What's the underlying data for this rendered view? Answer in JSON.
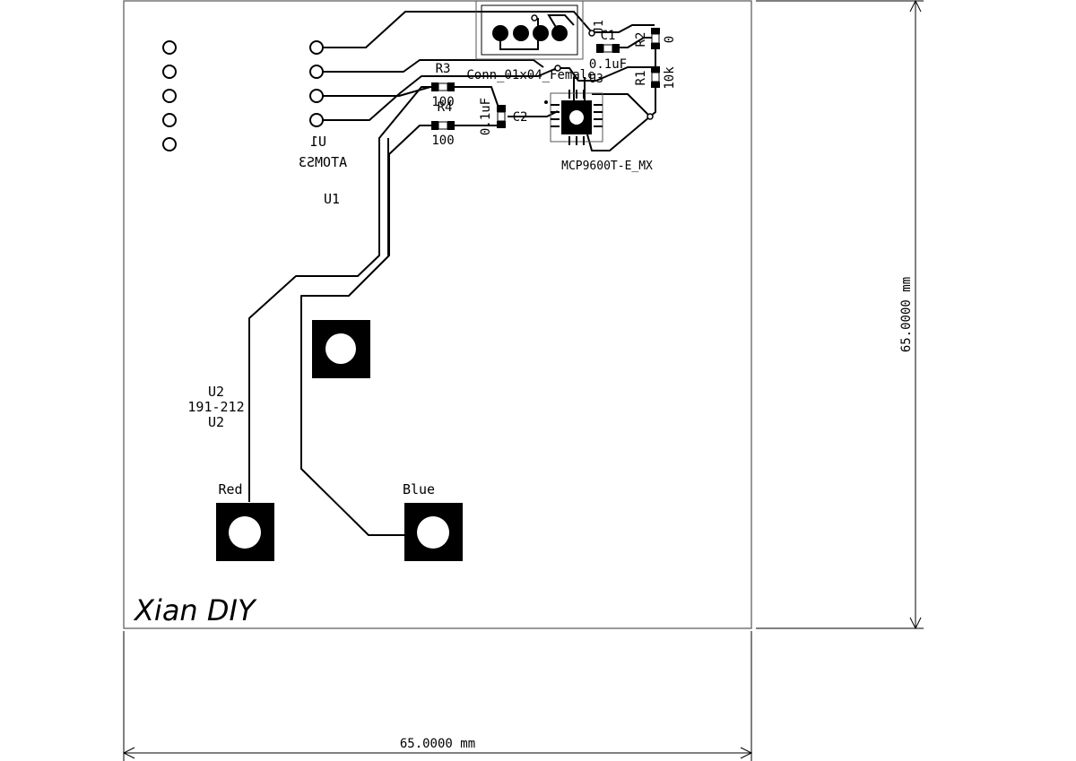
{
  "board": {
    "brand_text": "Xian DIY",
    "width_dim": "65.0000 mm",
    "height_dim": "65.0000 mm"
  },
  "components": {
    "u1_ref_mirrored": "U1",
    "u1_value_mirrored": "ATOMS3",
    "u1_ref": "U1",
    "j1_ref": "J1",
    "j1_value": "Conn_01x04_Female",
    "c1_ref": "C1",
    "c1_value": "0.1uF",
    "c2_ref": "C2",
    "c2_value": "0.1uF",
    "r1_ref": "R1",
    "r1_value": "10k",
    "r2_ref": "R2",
    "r2_value": "0",
    "r3_ref": "R3",
    "r3_value": "100",
    "r4_ref": "R4",
    "r4_value": "100",
    "ic_ref": "U3",
    "ic_value": "MCP9600T-E_MX",
    "u2_ref_top": "U2",
    "u2_value": "191-212",
    "u2_ref_bottom": "U2",
    "pad_red_label": "Red",
    "pad_blue_label": "Blue"
  },
  "colors": {
    "copper": "#000000",
    "board_edge": "#555555",
    "background": "#ffffff"
  }
}
